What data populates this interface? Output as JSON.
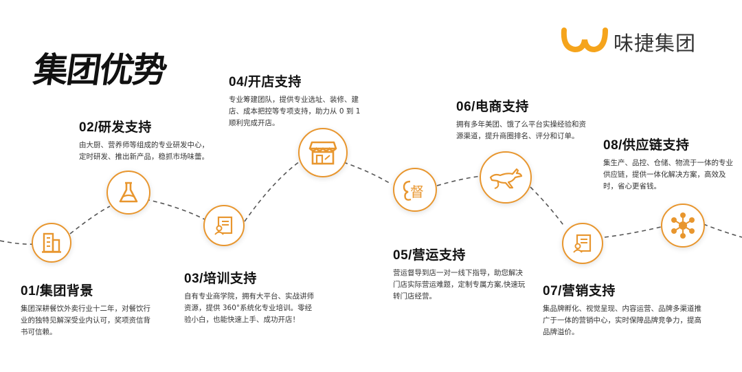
{
  "title": "集团优势",
  "brand": {
    "name": "味捷集团",
    "accent": "#f5a41c",
    "accent_dark": "#e8962e"
  },
  "items": [
    {
      "num": "01",
      "title": "01/集团背景",
      "text": "集团深耕餐饮外卖行业十二年，对餐饮行业的独特见解深受业内认可，奖项资信背书可信赖。",
      "icon": "building-icon"
    },
    {
      "num": "02",
      "title": "02/研发支持",
      "text": "由大厨、营养师等组成的专业研发中心，定时研发、推出新产品，稳抓市场味蕾。",
      "icon": "flask-icon"
    },
    {
      "num": "03",
      "title": "03/培训支持",
      "text": "自有专业商学院，拥有大平台、实战讲师资源，提供 360°系统化专业培训。零经验小白，也能快速上手、成功开店！",
      "icon": "training-doc-icon"
    },
    {
      "num": "04",
      "title": "04/开店支持",
      "text": "专业筹建团队，提供专业选址、装修、建店、成本把控等专项支持，助力从 0 到 1 顺利完成开店。",
      "icon": "storefront-icon"
    },
    {
      "num": "05",
      "title": "05/营运支持",
      "text": "营运督导到店一对一线下指导，助您解决门店实际营运难题，定制专属方案,快速玩转门店经营。",
      "icon": "supervise-icon",
      "icon_label": "督"
    },
    {
      "num": "06",
      "title": "06/电商支持",
      "text": "拥有多年美团、饿了么平台实操经验和资源渠道，提升商圈排名、评分和订单。",
      "icon": "kangaroo-icon"
    },
    {
      "num": "07",
      "title": "07/营销支持",
      "text": "集品牌孵化、视觉呈现、内容运营、品牌多渠道推广于一体的营销中心，实时保障品牌竞争力，提高品牌溢价。",
      "icon": "marketing-doc-icon"
    },
    {
      "num": "08",
      "title": "08/供应链支持",
      "text": "集生产、品控、仓储、物流于一体的专业供应链，提供一体化解决方案，高效及时，省心更省钱。",
      "icon": "network-icon"
    }
  ]
}
